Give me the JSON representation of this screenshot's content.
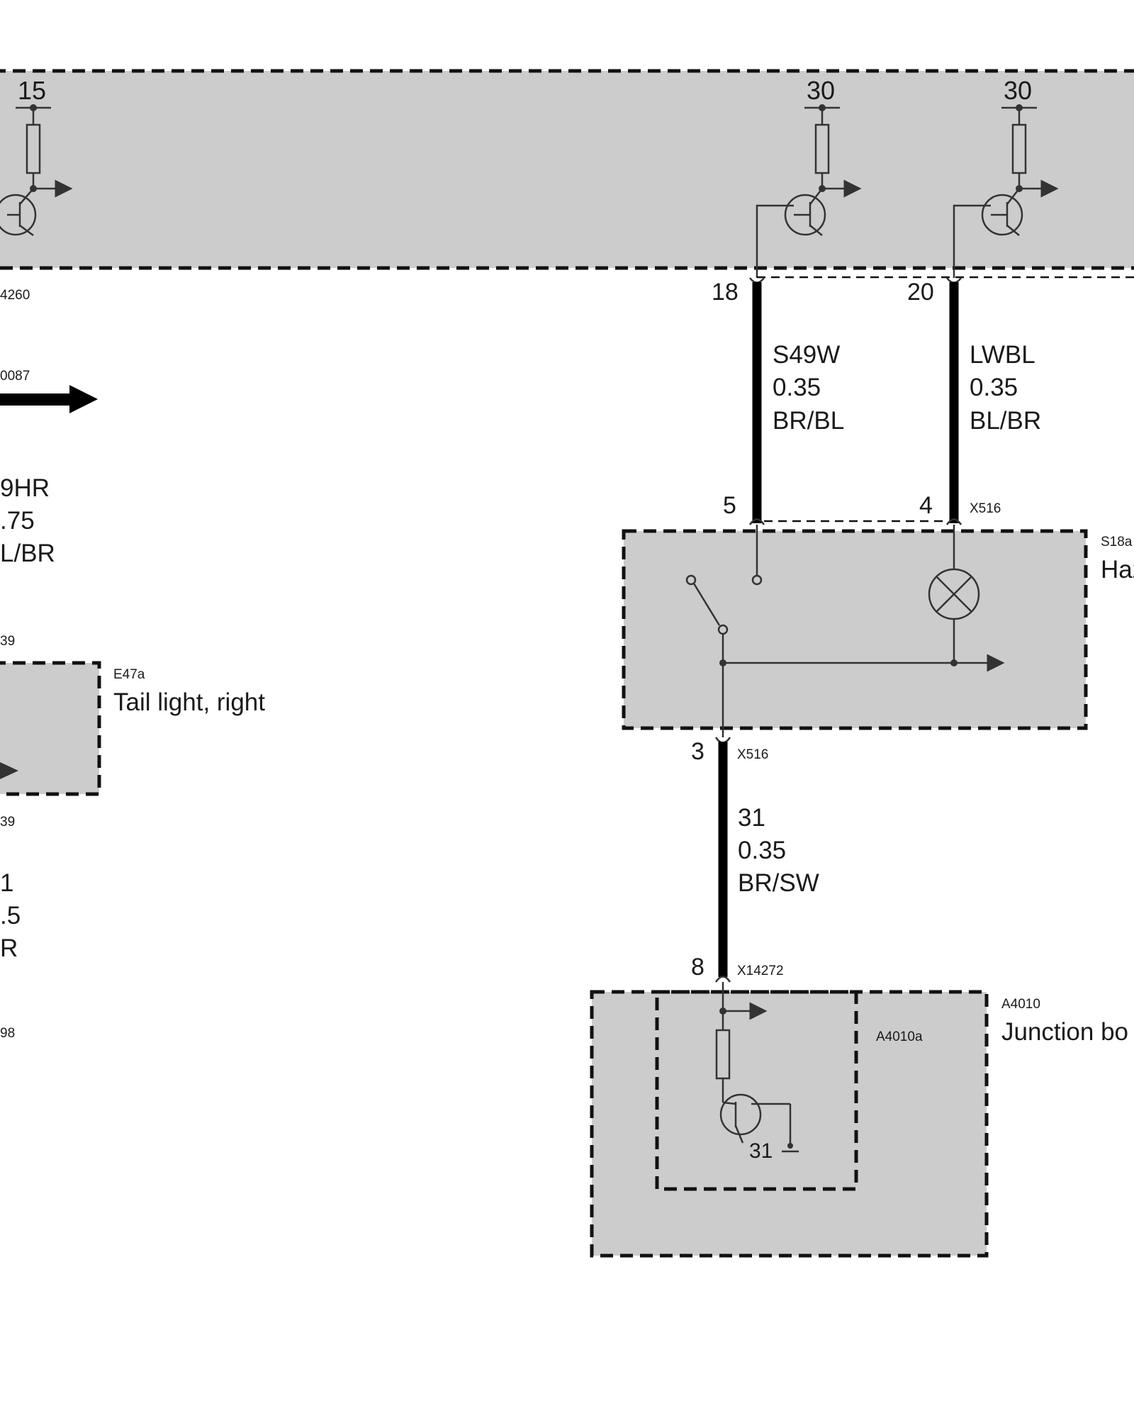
{
  "top_module": {
    "id_fragment": "4260",
    "supplies": [
      "15",
      "30",
      "30"
    ]
  },
  "arrow_ref": "0087",
  "left_wire_fragment": {
    "code": "9HR",
    "gauge": ".75",
    "color": "L/BR"
  },
  "left_refs": {
    "upper": "39",
    "lower": "39",
    "bottom": "98"
  },
  "left_wire_fragment2": {
    "code": "1",
    "gauge": ".5",
    "color": "R"
  },
  "tail_light": {
    "id": "E47a",
    "label": "Tail light, right"
  },
  "wires": [
    {
      "pin_top": "18",
      "pin_bottom": "5",
      "code": "S49W",
      "gauge": "0.35",
      "color": "BR/BL"
    },
    {
      "pin_top": "20",
      "pin_bottom": "4",
      "code": "LWBL",
      "gauge": "0.35",
      "color": "BL/BR"
    },
    {
      "pin_top": "3",
      "pin_bottom": "8",
      "code": "31",
      "gauge": "0.35",
      "color": "BR/SW"
    }
  ],
  "hazard_switch": {
    "id": "S18a",
    "label_fragment": "Haz",
    "connector": "X516",
    "connector_bottom": "X516"
  },
  "junction_box": {
    "id": "A4010",
    "inner_id": "A4010a",
    "label_fragment": "Junction bo",
    "connector": "X14272",
    "ground": "31"
  }
}
